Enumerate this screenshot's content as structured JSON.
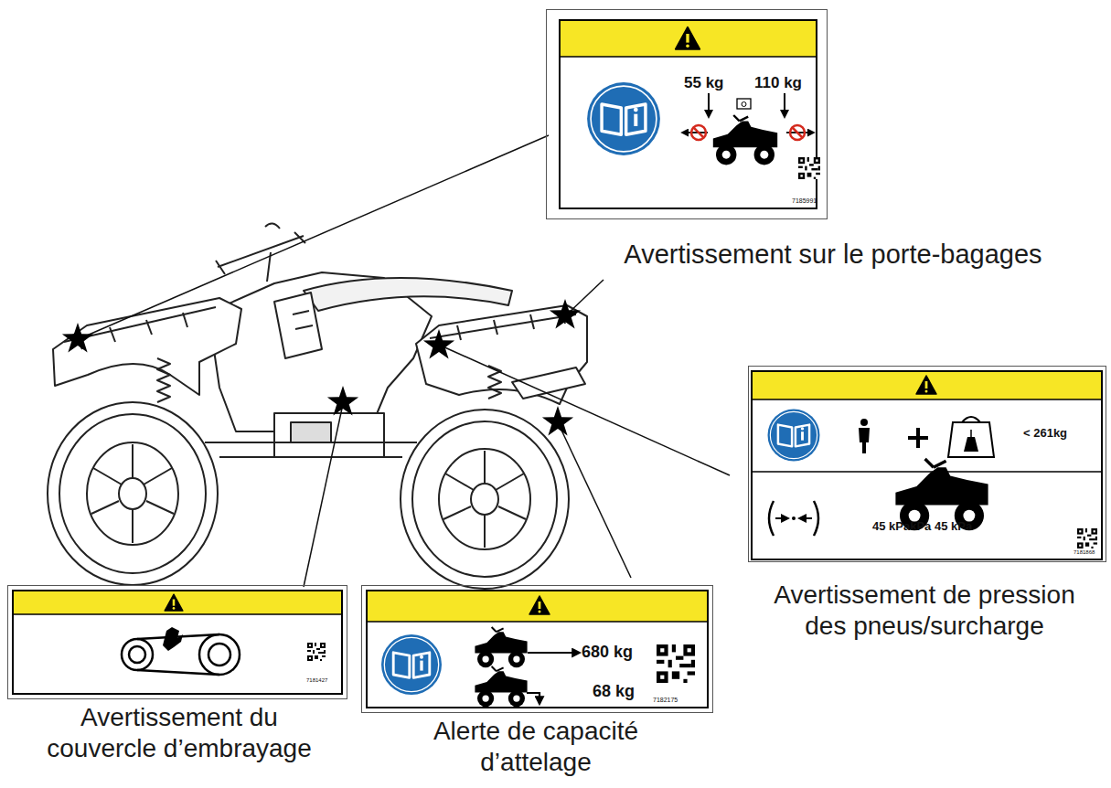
{
  "diagram": {
    "nodes": [
      {
        "text": [
          "55 kg",
          "110 kg",
          "7185991",
          "Avertissement sur le porte-bagages"
        ]
      },
      {
        "text": [
          "< 261kg",
          "45 kPakPa 45 kPa",
          "7181868",
          "Avertissement de pression des pneus/surcharge"
        ]
      },
      {
        "text": [
          "7181427",
          "Avertissement du couvercle d’embrayage"
        ]
      },
      {
        "text": [
          "680 kg",
          "68 kg",
          "7182175",
          "Alerte de capacité d’attelage"
        ]
      }
    ]
  }
}
